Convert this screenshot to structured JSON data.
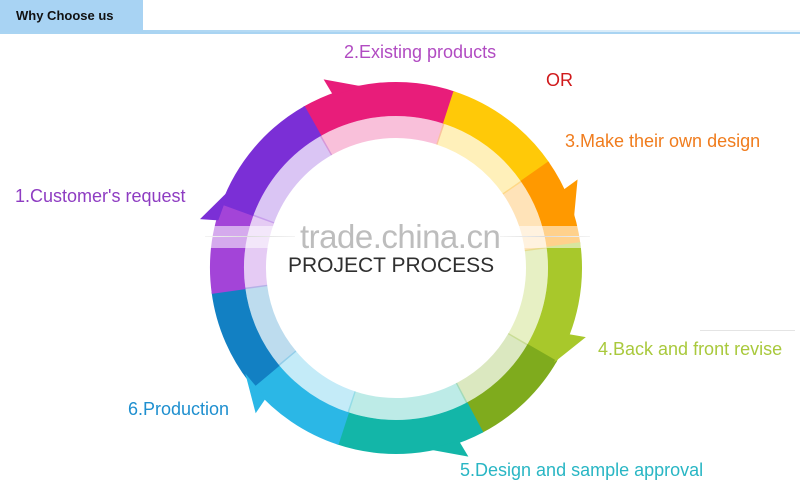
{
  "header": {
    "tab_label": "Why Choose us"
  },
  "diagram": {
    "center_title": "PROJECT PROCESS",
    "watermark": "trade.china.cn",
    "or_label": "OR",
    "steps": [
      {
        "label": "1.Customer's request",
        "color": "#8e3cc2"
      },
      {
        "label": "2.Existing products",
        "color": "#b14bc2"
      },
      {
        "label": "3.Make their own design",
        "color": "#f07c1d"
      },
      {
        "label": "4.Back and front revise",
        "color": "#a9c93c"
      },
      {
        "label": "5.Design and sample approval",
        "color": "#29b6c4"
      },
      {
        "label": "6.Production",
        "color": "#1e8fcf"
      }
    ],
    "or_color": "#d0191b",
    "ring_colors": {
      "magenta": "#e81d7a",
      "yellow": "#ffc908",
      "orange": "#ff9900",
      "lime": "#a8c82b",
      "green": "#7fab1d",
      "teal": "#13b6a8",
      "cyan": "#2bb7e6",
      "blue": "#1280c3",
      "purple": "#7b2fd6",
      "violet": "#a344d8"
    }
  }
}
